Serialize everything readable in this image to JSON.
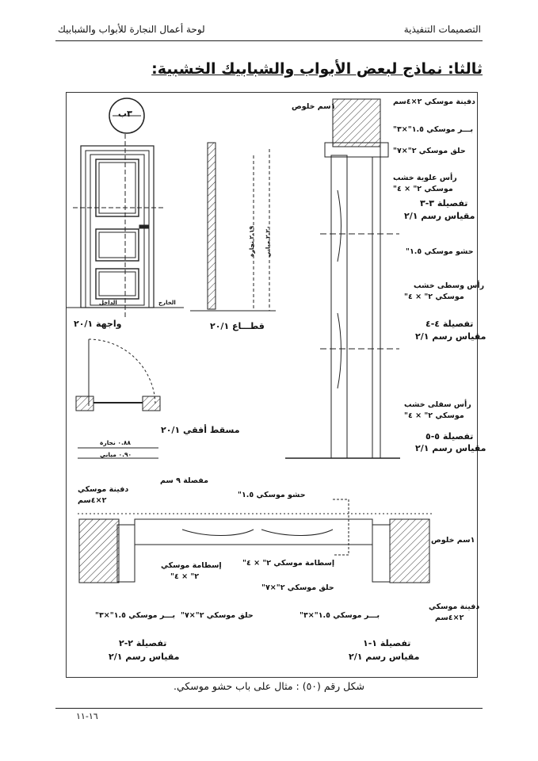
{
  "header": {
    "right": "التصميمات التنفيذية",
    "left": "لوحة أعمال النجارة للأبواب والشبابيك"
  },
  "title": "ثالثا: نماذج لبعض الأبواب والشبابيك الخشبية:",
  "views": {
    "elevation": "واجهة ٢٠/١",
    "section": "قطـــاع ٢٠/١",
    "plan": "مسقط أفقي ٢٠/١",
    "marker": "٣ب",
    "inside": "الداخل",
    "outside": "الخارج",
    "dim_carpentry": "٠.٨٨ نجارة",
    "dim_building": "٠.٩٠ مباني",
    "dim_h_carpentry": "٢.١٩ نجارة",
    "dim_h_building": "٢.٢٠ مباني"
  },
  "labels": {
    "stop_top": "دفينة موسكي ٢×٤سم",
    "recess_top": "١سم خلوص",
    "frame_top": "بـــر موسكي ١.٥\"×٣\"",
    "ring_top": "حلق موسكي ٢\"×٧\"",
    "top_rail_1": "رأس علوية خشب",
    "top_rail_2": "موسكي ٢\" × ٤\"",
    "detail_33": "تفصيلة ٣-٣",
    "scale_33": "مقياس رسم ٢/١",
    "panel_v": "حشو موسكي ١.٥\"",
    "mid_rail_1": "رأس وسطى خشب",
    "mid_rail_2": "موسكي ٢\" × ٤\"",
    "detail_44": "تفصيلة ٤-٤",
    "scale_44": "مقياس رسم ٢/١",
    "bot_rail_1": "رأس سفلى خشب",
    "bot_rail_2": "موسكي ٢\" × ٤\"",
    "detail_55": "تفصيلة ٥-٥",
    "scale_55": "مقياس رسم ٢/١",
    "stop_left_1": "دفينة موسكي",
    "stop_left_2": "٢×٤سم",
    "hinge": "مفصلة ٩ سم",
    "panel_h": "حشو موسكي ١.٥\"",
    "stile_left_1": "إسطامة موسكي",
    "stile_left_2": "٢\" × ٤\"",
    "stile_right": "إسطامة موسكي ٢\" × ٤\"",
    "ring_mid": "حلق موسكي ٢\"×٧\"",
    "recess_right": "١سم خلوص",
    "frame_left": "بـــر موسكي ١.٥\"×٣\"",
    "ring_left": "حلق موسكي ٢\"×٧\"",
    "frame_right": "بـــر موسكي ١.٥\"×٣\"",
    "stop_right_1": "دفينة موسكي",
    "stop_right_2": "٢×٤سم",
    "detail_22": "تفصيلة ٢-٢",
    "scale_22": "مقياس رسم ٢/١",
    "detail_11": "تفصيلة ١-١",
    "scale_11": "مقياس رسم ٢/١"
  },
  "caption": "شكل رقم (٥٠) : مثال على باب حشو موسكي.",
  "page_number": "١٦-١١"
}
